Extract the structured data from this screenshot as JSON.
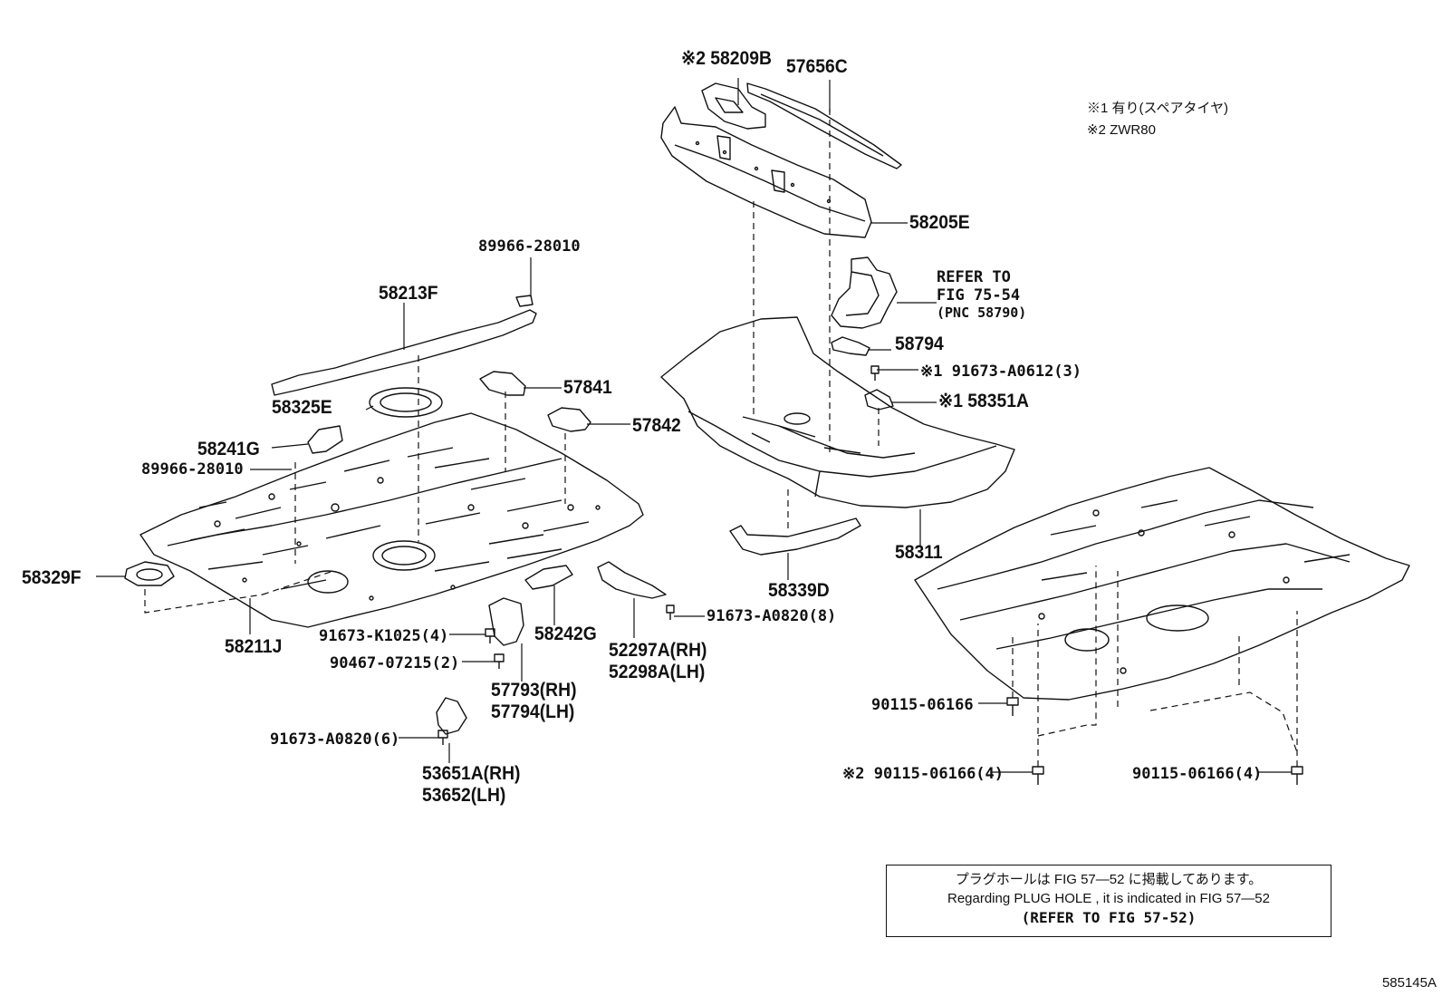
{
  "legend": {
    "note1": "※1 有り(スペアタイヤ)",
    "note2": "※2 ZWR80"
  },
  "labels": {
    "p58209B": "※2 58209B",
    "p57656C": "57656C",
    "p58205E": "58205E",
    "refer1": "REFER TO",
    "refer2": "FIG 75-54",
    "refer3": "(PNC 58790)",
    "p58794": "58794",
    "p91673A0612": "※1 91673-A0612(3)",
    "p58351A": "※1 58351A",
    "p89966_28010_top": "89966-28010",
    "p58213F": "58213F",
    "p57841": "57841",
    "p58325E": "58325E",
    "p57842": "57842",
    "p58241G": "58241G",
    "p89966_28010_left": "89966-28010",
    "p58311": "58311",
    "p58329F": "58329F",
    "p58339D": "58339D",
    "p91673A0820_8": "91673-A0820(8)",
    "p58242G": "58242G",
    "p58211J": "58211J",
    "p91673K1025": "91673-K1025(4)",
    "p52297A": "52297A(RH)",
    "p52298A": "52298A(LH)",
    "p90467": "90467-07215(2)",
    "p57793": "57793(RH)",
    "p57794": "57794(LH)",
    "p90115_single": "90115-06166",
    "p91673A0820_6": "91673-A0820(6)",
    "p90115_x2": "※2 90115-06166(4)",
    "p90115_4": "90115-06166(4)",
    "p53651A": "53651A(RH)",
    "p53652": "53652(LH)"
  },
  "note": {
    "line1": "プラグホールは FIG 57―52 に掲載してあります。",
    "line2": "Regarding PLUG HOLE , it is indicated in FIG 57―52",
    "line3": "(REFER TO FIG 57-52)"
  },
  "figure_id": "585145A"
}
